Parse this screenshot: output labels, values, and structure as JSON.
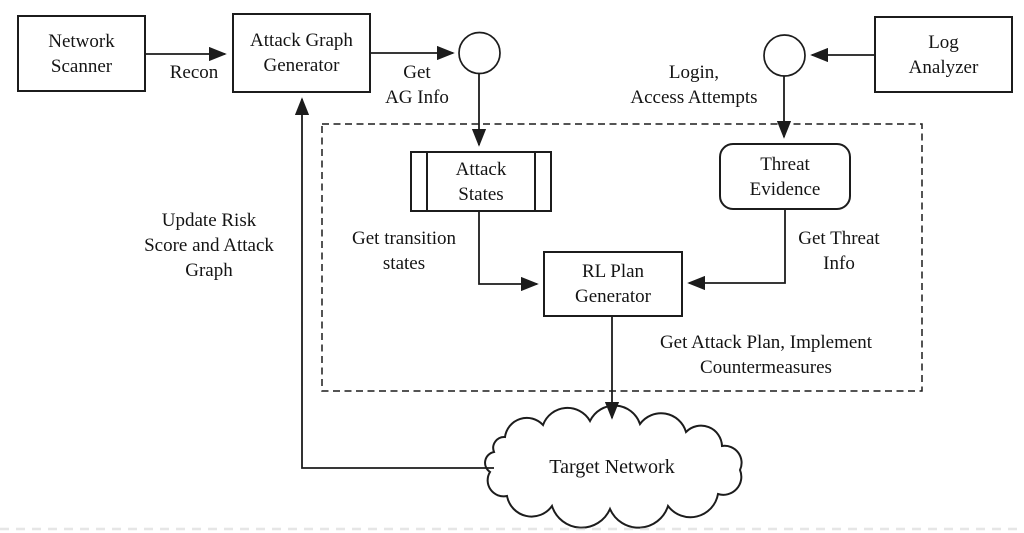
{
  "diagram_type": "system-architecture-flow",
  "colors": {
    "stroke": "#1c1c1c",
    "text": "#141414",
    "background": "#ffffff",
    "artifact_gray": "#c9c9c9"
  },
  "nodes": {
    "network_scanner": {
      "label": "Network\nScanner",
      "shape": "rectangle"
    },
    "attack_graph_generator": {
      "label": "Attack Graph\nGenerator",
      "shape": "rectangle"
    },
    "log_analyzer": {
      "label": "Log\nAnalyzer",
      "shape": "rectangle"
    },
    "attack_states": {
      "label": "Attack\nStates",
      "shape": "predefined-process"
    },
    "threat_evidence": {
      "label": "Threat\nEvidence",
      "shape": "rounded-rectangle"
    },
    "rl_plan_generator": {
      "label": "RL Plan\nGenerator",
      "shape": "rectangle"
    },
    "target_network": {
      "label": "Target Network",
      "shape": "cloud"
    },
    "junction_left": {
      "label": "",
      "shape": "circle"
    },
    "junction_right": {
      "label": "",
      "shape": "circle"
    }
  },
  "edge_labels": {
    "recon": "Recon",
    "get_ag_info": "Get\nAG Info",
    "login_access_attempts": "Login,\nAccess Attempts",
    "get_transition_states": "Get transition\nstates",
    "get_threat_info": "Get Threat\nInfo",
    "update_risk": "Update Risk\nScore and Attack\nGraph",
    "get_attack_plan": "Get Attack Plan, Implement\nCountermeasures"
  },
  "containers": {
    "planning_boundary": {
      "style": "dashed-rectangle"
    }
  }
}
